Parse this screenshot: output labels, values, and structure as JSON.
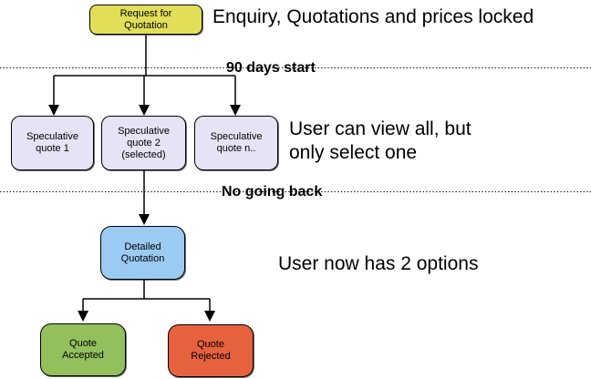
{
  "diagram": {
    "nodes": {
      "request": {
        "label": "Request for\nQuotation",
        "color": "#e1df58"
      },
      "spec1": {
        "label": "Speculative\nquote 1",
        "color": "#e4e4f6"
      },
      "spec2": {
        "label": "Speculative\nquote 2\n(selected)",
        "color": "#e4e4f6"
      },
      "specn": {
        "label": "Speculative\nquote n..",
        "color": "#e4e4f6"
      },
      "detailed": {
        "label": "Detailed\nQuotation",
        "color": "#9bcbf3"
      },
      "accepted": {
        "label": "Quote\nAccepted",
        "color": "#93c05d"
      },
      "rejected": {
        "label": "Quote\nRejected",
        "color": "#e6613e"
      }
    },
    "annotations": {
      "top": "Enquiry, Quotations and prices locked",
      "middle": "User can view all, but\nonly select one",
      "bottom": "User now has 2 options"
    },
    "phase_labels": {
      "phase1": "90 days start",
      "phase2": "No going back"
    },
    "line_color": "#000000",
    "background_color": "#ffffff"
  }
}
